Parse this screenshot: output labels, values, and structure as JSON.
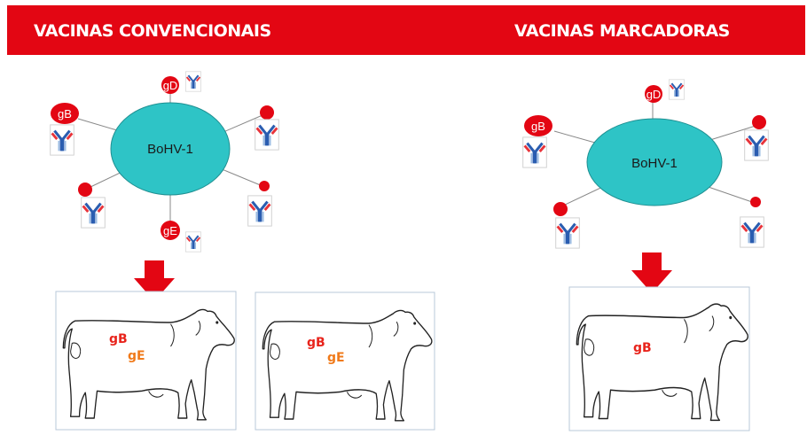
{
  "header": {
    "left_title": "VACINAS CONVENCIONAIS",
    "right_title": "VACINAS MARCADORAS"
  },
  "virus": {
    "label": "BoHV-1"
  },
  "glycoproteins": {
    "gD": "gD",
    "gB": "gB",
    "gE": "gE"
  },
  "cows": {
    "conventional_1": {
      "markers": [
        "gB",
        "gE"
      ]
    },
    "conventional_2": {
      "markers": [
        "gB",
        "gE"
      ]
    },
    "marker_vaccine": {
      "markers": [
        "gB"
      ]
    }
  },
  "colors": {
    "banner": "#e30613",
    "virus_fill": "#2ec4c6",
    "glycoprotein_fill": "#e30613",
    "arrow": "#e30613",
    "antibody_red": "#e8333a",
    "antibody_blue": "#2a5db0",
    "marker_gB_text": "#e8241c",
    "marker_gE_text": "#f07a1a"
  },
  "icons": {
    "antibody": "y-shaped-antibody-icon",
    "arrow": "down-arrow-icon",
    "cow": "cow-outline-drawing"
  }
}
